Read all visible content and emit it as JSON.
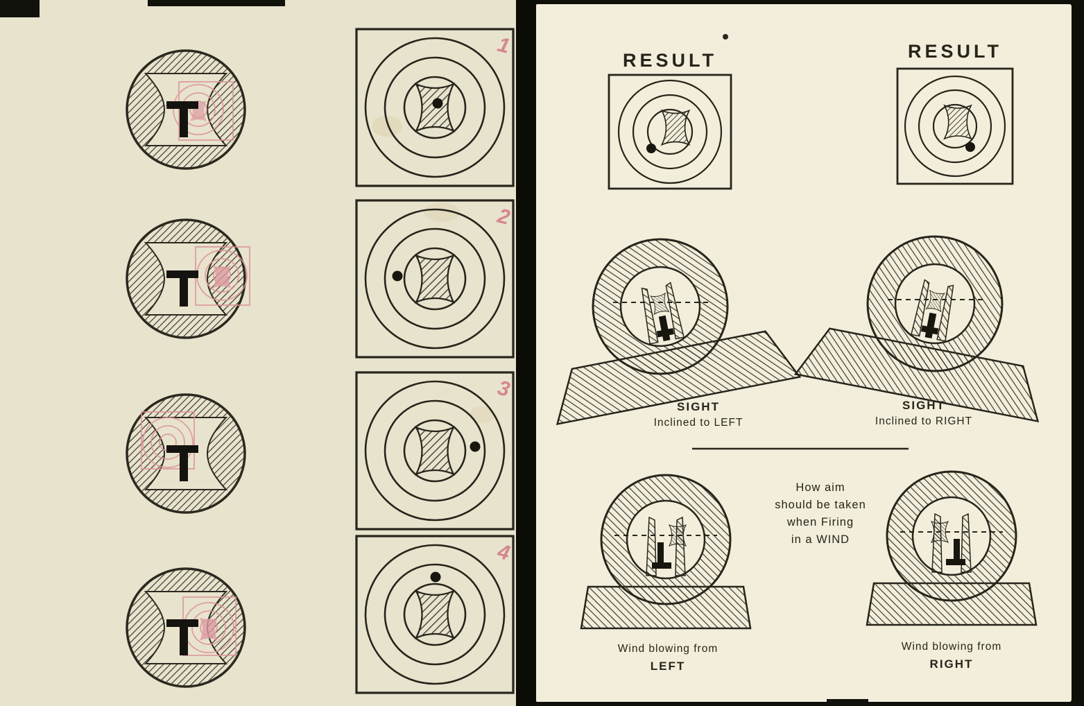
{
  "left_page": {
    "target_numbers": [
      "1",
      "2",
      "3",
      "4"
    ],
    "shot_positions": [
      "centre",
      "left",
      "right",
      "high"
    ]
  },
  "right_page": {
    "result_headings": [
      "RESULT",
      "RESULT"
    ],
    "result_shot_positions": [
      "low left",
      "right"
    ],
    "sight_labels": [
      {
        "line1": "SIGHT",
        "line2": "Inclined to LEFT"
      },
      {
        "line1": "SIGHT",
        "line2": "Inclined to RIGHT"
      }
    ],
    "wind_note": {
      "line1": "How aim",
      "line2": "should be taken",
      "line3": "when Firing",
      "line4": "in a WIND"
    },
    "wind_labels": [
      {
        "line1": "Wind blowing from",
        "line2": "LEFT"
      },
      {
        "line1": "Wind blowing from",
        "line2": "RIGHT"
      }
    ]
  },
  "colors": {
    "ink": "#26241b",
    "pink": "#d6868f",
    "page_left": "#e8e3cd",
    "page_right": "#f2eedb",
    "backing": "#0f0f0a"
  }
}
